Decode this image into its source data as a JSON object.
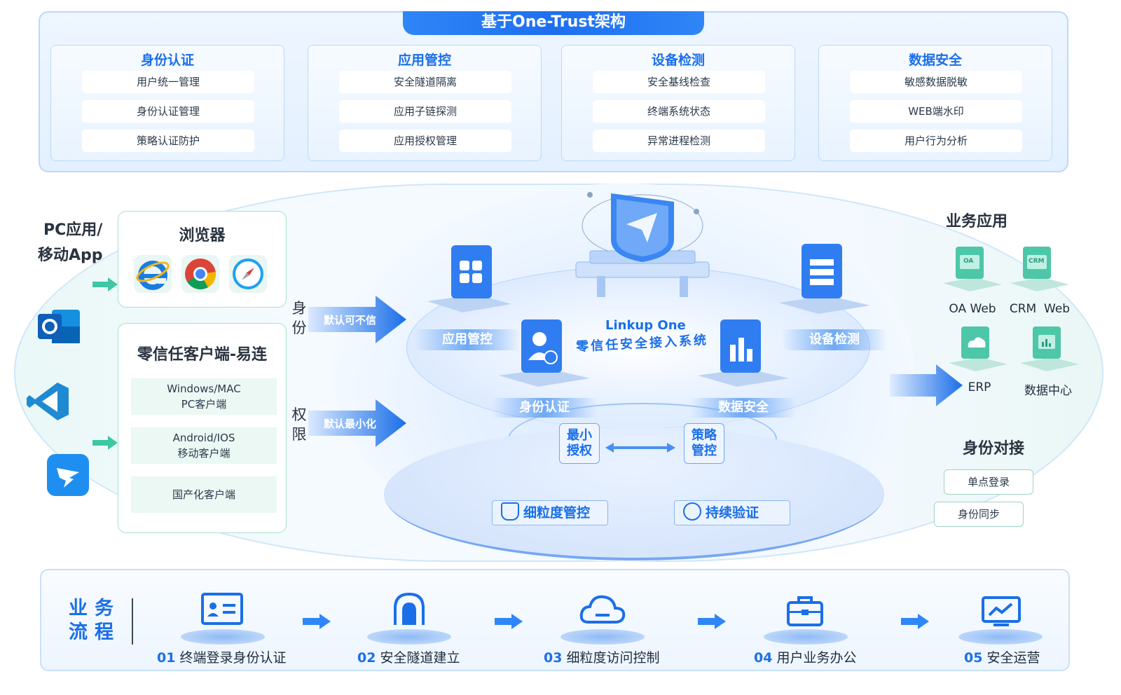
{
  "architecture": {
    "banner": "基于One-Trust架构",
    "pillars": [
      {
        "title": "身份认证",
        "items": [
          "用户统一管理",
          "身份认证管理",
          "策略认证防护"
        ]
      },
      {
        "title": "应用管控",
        "items": [
          "安全隧道隔离",
          "应用子链探测",
          "应用授权管理"
        ]
      },
      {
        "title": "设备检测",
        "items": [
          "安全基线检查",
          "终端系统状态",
          "异常进程检测"
        ]
      },
      {
        "title": "数据安全",
        "items": [
          "敏感数据脱敏",
          "WEB端水印",
          "用户行为分析"
        ]
      }
    ]
  },
  "left": {
    "title_line1": "PC应用/",
    "title_line2": "移动App",
    "browser_box_title": "浏览器",
    "client_box_title": "零信任客户端-易连",
    "clients": [
      {
        "line1": "Windows/MAC",
        "line2": "PC客户端"
      },
      {
        "line1": "Android/IOS",
        "line2": "移动客户端"
      },
      {
        "line1": "国产化客户端",
        "line2": ""
      }
    ],
    "icons": [
      "outlook-icon",
      "vscode-icon",
      "dingtalk-icon",
      "ie-icon",
      "chrome-icon",
      "safari-icon"
    ]
  },
  "flows": [
    {
      "vertical": [
        "身",
        "份"
      ],
      "label": "默认可不信"
    },
    {
      "vertical": [
        "权",
        "限"
      ],
      "label": "默认最小化"
    }
  ],
  "center": {
    "product_name": "Linkup One",
    "product_subtitle": "零信任安全接入系统",
    "modules": [
      "应用管控",
      "设备检测",
      "身份认证",
      "数据安全"
    ],
    "principle_left": [
      "最小",
      "授权"
    ],
    "principle_right": [
      "策略",
      "管控"
    ],
    "features": [
      "细粒度管控",
      "持续验证"
    ]
  },
  "right": {
    "apps_title": "业务应用",
    "apps": [
      "OA Web",
      "CRM  Web",
      "ERP",
      "数据中心"
    ],
    "app_badges": [
      "OA",
      "CRM"
    ],
    "identity_title": "身份对接",
    "identity_items": [
      "单点登录",
      "身份同步"
    ]
  },
  "process": {
    "title_line1": "业务",
    "title_line2": "流程",
    "steps": [
      {
        "num": "01",
        "label": "终端登录身份认证"
      },
      {
        "num": "02",
        "label": "安全隧道建立"
      },
      {
        "num": "03",
        "label": "细粒度访问控制"
      },
      {
        "num": "04",
        "label": "用户业务办公"
      },
      {
        "num": "05",
        "label": "安全运营"
      }
    ]
  },
  "colors": {
    "primary": "#1a6fe8",
    "teal": "#3ec7a4",
    "banner": "#2f86f6"
  }
}
